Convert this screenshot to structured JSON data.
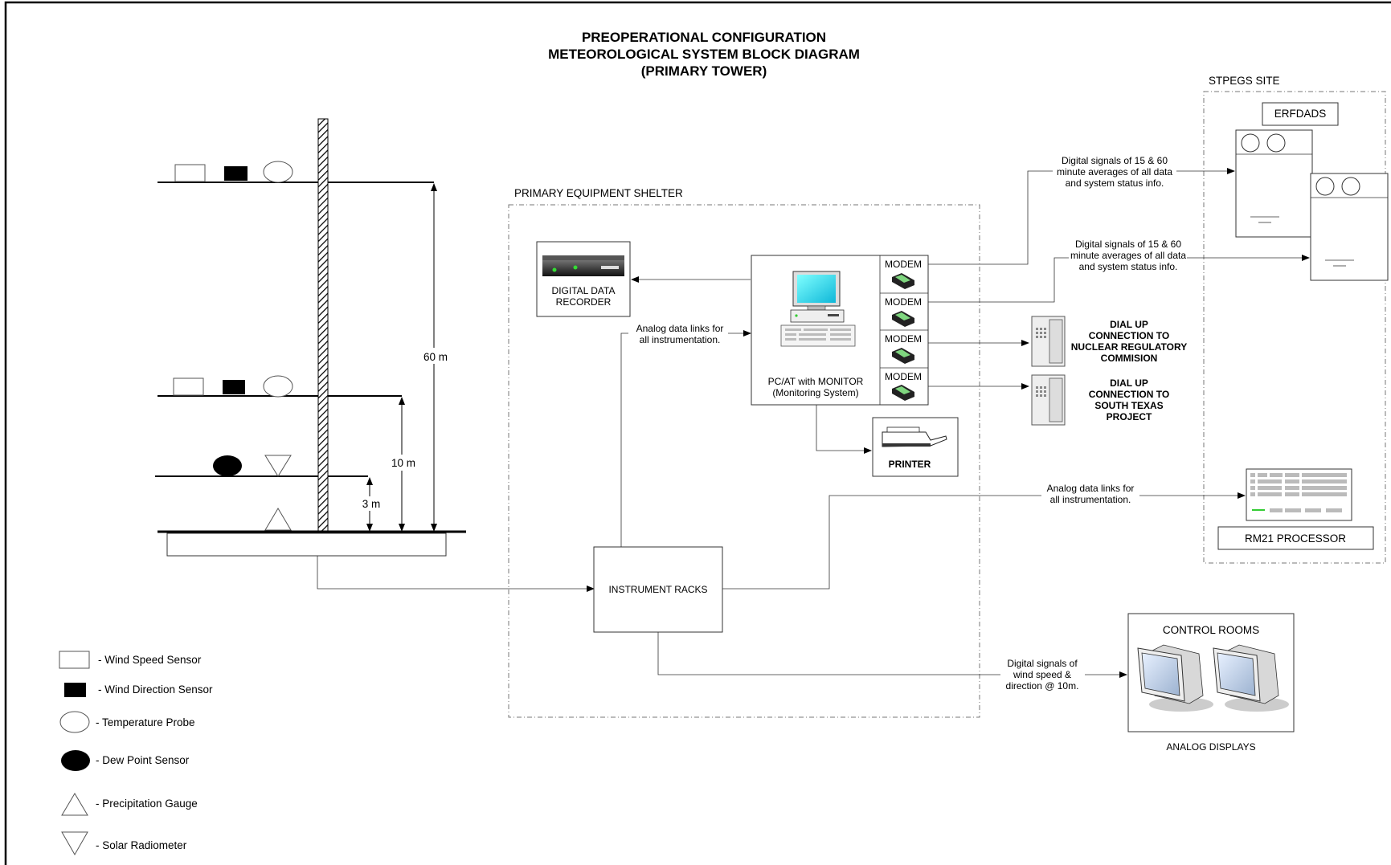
{
  "title": {
    "line1": "PREOPERATIONAL CONFIGURATION",
    "line2": "METEOROLOGICAL SYSTEM BLOCK DIAGRAM",
    "line3": "(PRIMARY TOWER)"
  },
  "tower": {
    "height_60": "60 m",
    "height_10": "10 m",
    "height_3": "3 m"
  },
  "shelter": {
    "label": "PRIMARY EQUIPMENT SHELTER",
    "recorder_line1": "DIGITAL DATA",
    "recorder_line2": "RECORDER",
    "pc_line1": "PC/AT with MONITOR",
    "pc_line2": "(Monitoring System)",
    "modems": [
      "MODEM",
      "MODEM",
      "MODEM",
      "MODEM"
    ],
    "printer": "PRINTER",
    "analog_note_1": "Analog data links for",
    "analog_note_2": "all instrumentation.",
    "racks": "INSTRUMENT RACKS"
  },
  "site": {
    "label": "STPEGS SITE",
    "erfdads": "ERFDADS",
    "digital_note_a": [
      "Digital signals of 15 & 60",
      "minute averages of all data",
      "and system status info."
    ],
    "digital_note_b": [
      "Digital signals of 15 & 60",
      "minute averages of all data",
      "and system status info."
    ],
    "analog_note": [
      "Analog data links for",
      "all instrumentation."
    ],
    "rm21": "RM21 PROCESSOR"
  },
  "dialup": {
    "nrc": [
      "DIAL UP",
      "CONNECTION TO",
      "NUCLEAR REGULATORY",
      "COMMISION"
    ],
    "stp": [
      "DIAL UP",
      "CONNECTION TO",
      "SOUTH TEXAS",
      "PROJECT"
    ]
  },
  "control": {
    "title": "CONTROL ROOMS",
    "displays": "ANALOG  DISPLAYS",
    "note": [
      "Digital signals of",
      "wind speed &",
      "direction @ 10m."
    ]
  },
  "legend": {
    "wind_speed": "- Wind Speed Sensor",
    "wind_direction": "- Wind Direction Sensor",
    "temperature": "-  Temperature Probe",
    "dew_point": "-  Dew Point Sensor",
    "precipitation": "-  Precipitation Gauge",
    "solar": "-  Solar Radiometer"
  }
}
